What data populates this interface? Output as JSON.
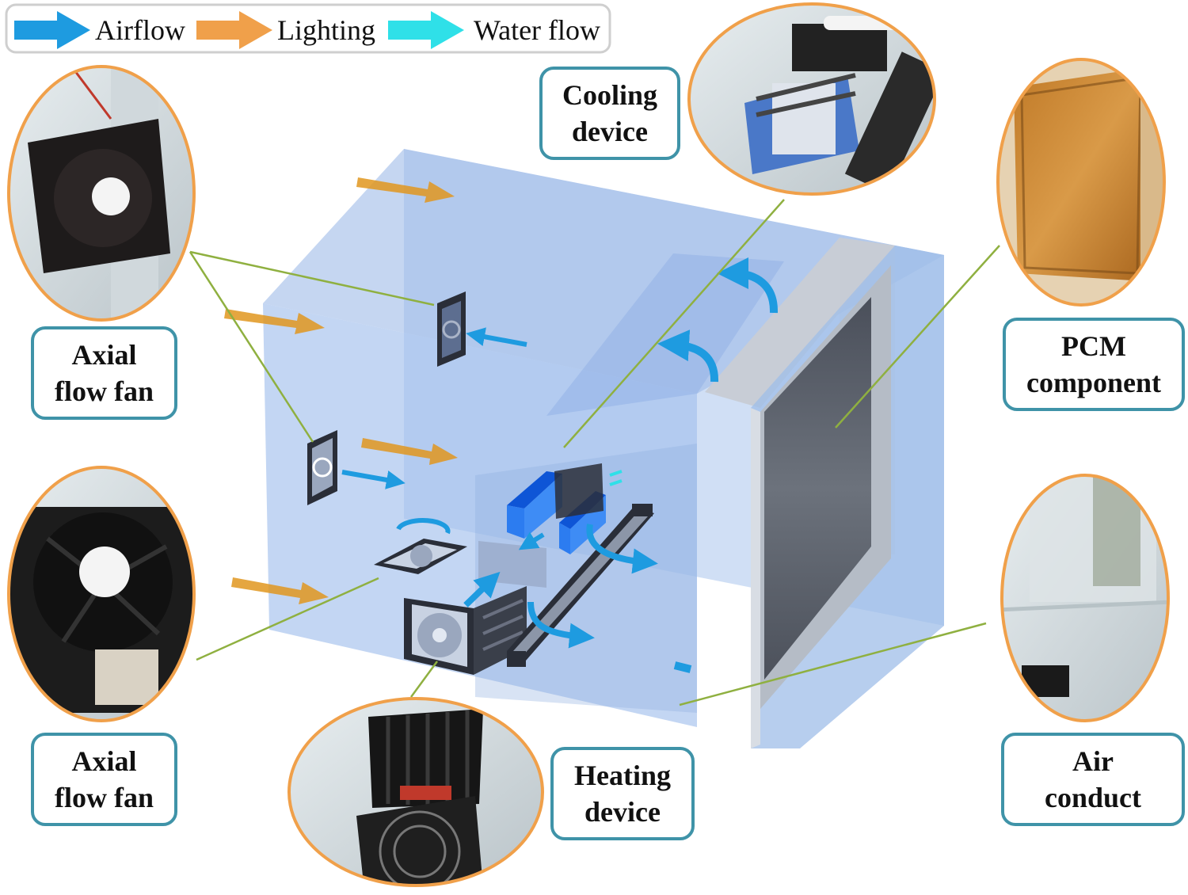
{
  "legend": {
    "items": [
      {
        "label": "Airflow",
        "color": "#1e9be0"
      },
      {
        "label": "Lighting",
        "color": "#f0a04a"
      },
      {
        "label": "Water flow",
        "color": "#2fe0e8"
      }
    ]
  },
  "labels": {
    "cooling_device": {
      "line1": "Cooling",
      "line2": "device"
    },
    "axial_fan_top": {
      "line1": "Axial",
      "line2": "flow fan"
    },
    "axial_fan_bottom": {
      "line1": "Axial",
      "line2": "flow fan"
    },
    "heating_device": {
      "line1": "Heating",
      "line2": "device"
    },
    "pcm_component": {
      "line1": "PCM",
      "line2": "component"
    },
    "air_conduct": {
      "line1": "Air",
      "line2": "conduct"
    }
  },
  "colors": {
    "callout_border": "#f0a04a",
    "label_border": "#3f93a8",
    "leader_line": "#8fb040",
    "box_fill": "#9fbde8",
    "airflow": "#1e9be0",
    "lighting": "#e0961e"
  }
}
